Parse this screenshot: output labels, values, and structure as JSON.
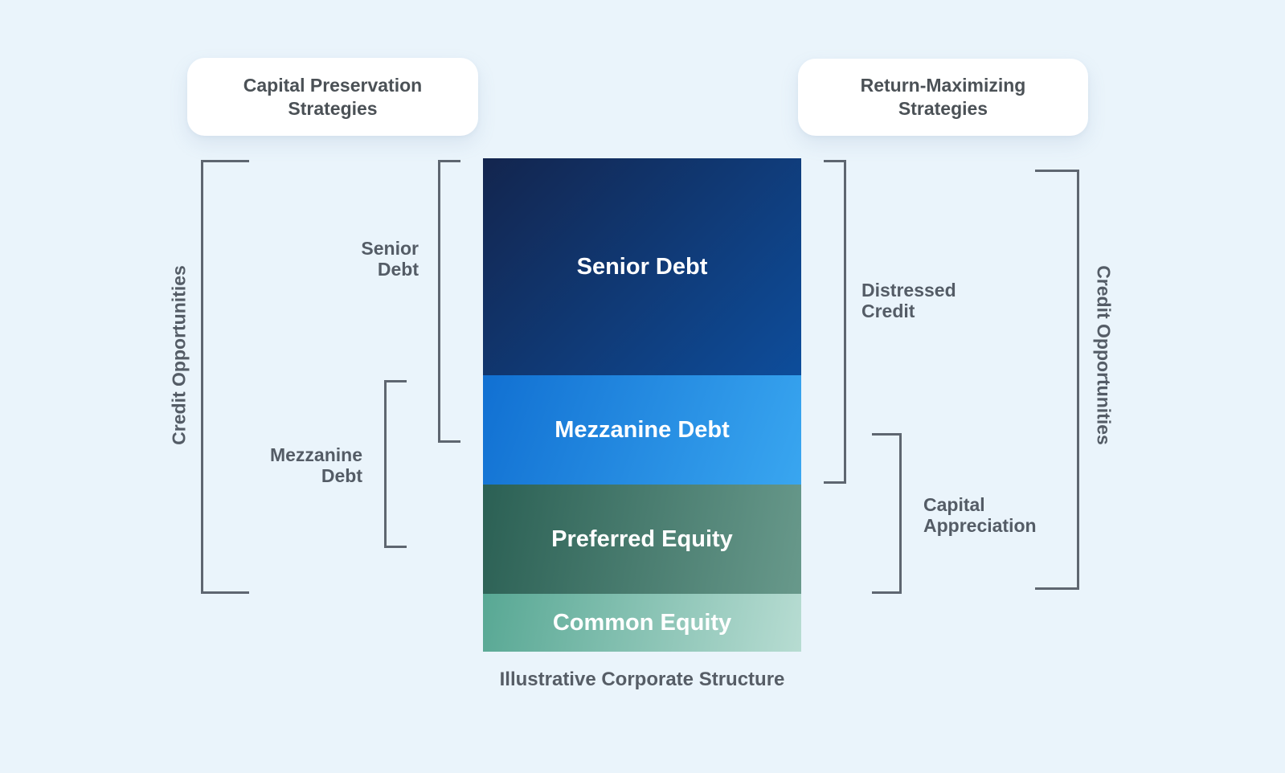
{
  "diagram_title_cards": {
    "left": "Capital Preservation\nStrategies",
    "right": "Return-Maximizing\nStrategies"
  },
  "capital_stack": {
    "caption": "Illustrative Corporate Structure",
    "segments": [
      {
        "name": "Senior Debt",
        "gradient_start": "#13254e",
        "gradient_end": "#0d4d9b"
      },
      {
        "name": "Mezzanine Debt",
        "gradient_start": "#1170d2",
        "gradient_end": "#39a6f0"
      },
      {
        "name": "Preferred Equity",
        "gradient_start": "#2b6054",
        "gradient_end": "#68998b"
      },
      {
        "name": "Common Equity",
        "gradient_start": "#58a894",
        "gradient_end": "#b7dcd2"
      }
    ]
  },
  "left_annotations": {
    "outer_bracket_label": "Credit Opportunities",
    "senior_bracket_label": "Senior\nDebt",
    "mezzanine_bracket_label": "Mezzanine\nDebt"
  },
  "right_annotations": {
    "distressed_bracket_label": "Distressed\nCredit",
    "capital_appreciation_bracket_label": "Capital\nAppreciation",
    "outer_bracket_label": "Credit Opportunities"
  },
  "colors": {
    "background": "#eaf4fb",
    "card_background": "#ffffff",
    "card_text": "#4b5156",
    "annotation_text": "#545c66",
    "bracket_line": "#5e6670",
    "segment_text": "#ffffff",
    "caption_text": "#565d66"
  }
}
